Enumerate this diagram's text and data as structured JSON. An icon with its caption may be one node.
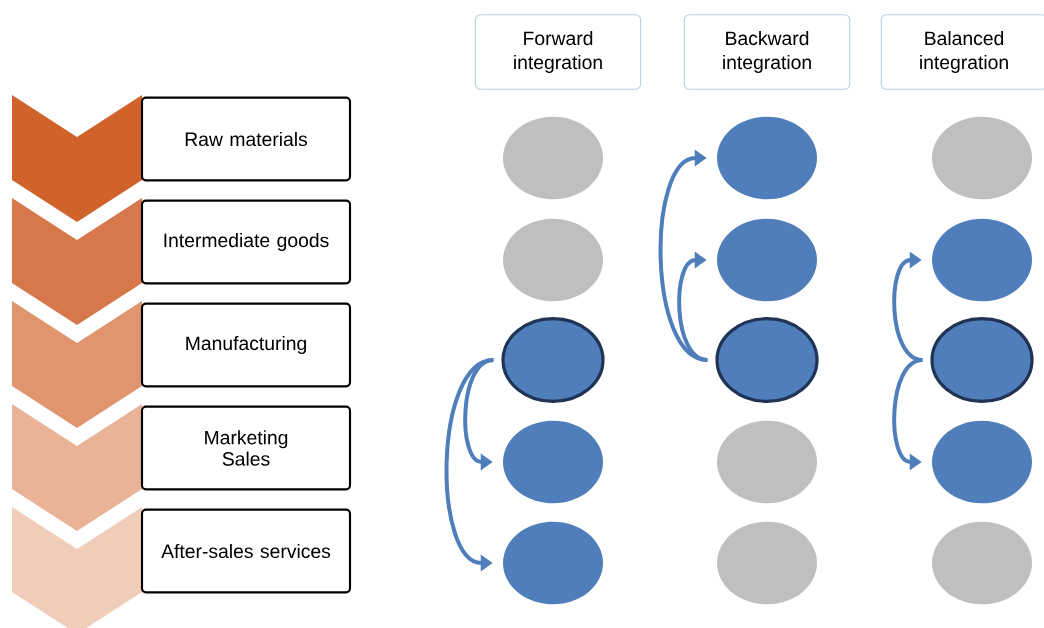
{
  "diagram": {
    "nodes": [
      {
        "text": [
          "Raw materials"
        ]
      },
      {
        "text": [
          "Intermediate goods"
        ]
      },
      {
        "text": [
          "Manufacturing"
        ]
      },
      {
        "text": [
          "Marketing Sales"
        ]
      },
      {
        "text": [
          "After-sales services"
        ]
      },
      {
        "text": [
          "Forward integration"
        ]
      },
      {
        "text": [
          "Backward integration"
        ]
      },
      {
        "text": [
          "Balanced integration"
        ]
      },
      {
        "text": [],
        "shape": "circle"
      },
      {
        "text": [],
        "shape": "circle"
      },
      {
        "text": [],
        "shape": "circle"
      },
      {
        "text": [],
        "shape": "circle"
      },
      {
        "text": [],
        "shape": "circle"
      },
      {
        "text": [],
        "shape": "circle"
      },
      {
        "text": [],
        "shape": "circle"
      },
      {
        "text": [],
        "shape": "circle"
      },
      {
        "text": [],
        "shape": "circle"
      },
      {
        "text": [],
        "shape": "circle"
      },
      {
        "text": [],
        "shape": "circle"
      },
      {
        "text": [],
        "shape": "circle"
      },
      {
        "text": [],
        "shape": "circle"
      },
      {
        "text": [],
        "shape": "circle"
      },
      {
        "text": [],
        "shape": "circle"
      }
    ],
    "edges": [
      {
        "from": 10,
        "to": 11,
        "arrow": "to"
      },
      {
        "from": 10,
        "to": 12,
        "arrow": "to"
      },
      {
        "from": 15,
        "to": 13,
        "arrow": "to"
      },
      {
        "from": 15,
        "to": 14,
        "arrow": "to"
      },
      {
        "from": 20,
        "to": 19,
        "arrow": "to"
      },
      {
        "from": 20,
        "to": 21,
        "arrow": "to"
      }
    ]
  }
}
